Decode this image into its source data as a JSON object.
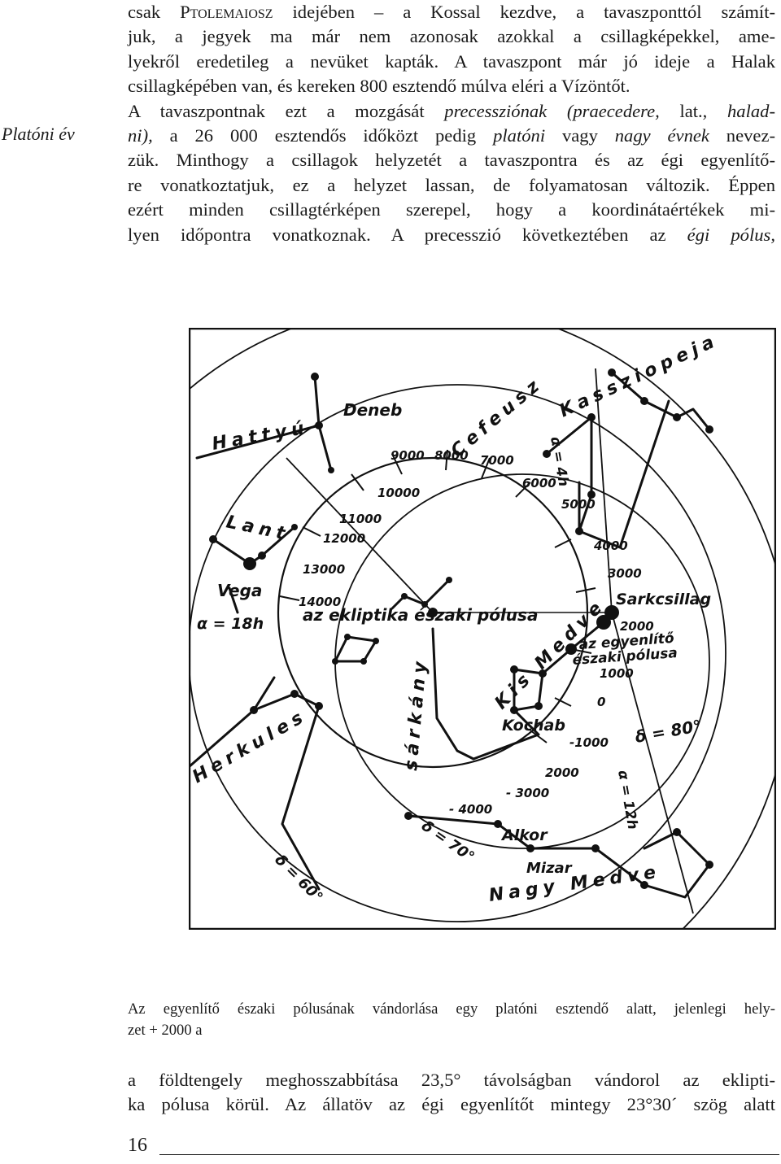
{
  "margin_note": "Platóni év",
  "paragraph1": {
    "l1_a": "csak ",
    "l1_sc": "Ptolemaiosz",
    "l1_b": " idejében – a Kossal kezdve, a tavaszponttól számít-",
    "l2": "juk, a jegyek ma már nem azonosak azokkal a csillagképekkel, ame-",
    "l3": "lyekről eredetileg a nevüket kapták. A tavaszpont már jó ideje a Halak",
    "l4": "csillagképében van, és kereken 800 esztendő múlva eléri a Vízöntőt.",
    "l5_a": "A tavaszpontnak ezt a mozgását ",
    "l5_em": "precessziónak (praecedere,",
    "l5_b": " lat., ",
    "l5_em2": "halad-",
    "l6_em": "ni),",
    "l6_b": " a 26 000 esztendős időközt pedig ",
    "l6_em2": "platóni",
    "l6_c": " vagy ",
    "l6_em3": "nagy évnek",
    "l6_d": " nevez-",
    "l7": "zük. Minthogy a csillagok helyzetét a tavaszpontra és az égi egyenlítő-",
    "l8": "re vonatkoztatjuk, ez a helyzet lassan, de folyamatosan változik. Éppen",
    "l9": "ezért minden csillagtérképen szerepel, hogy a koordinátaértékek mi-",
    "l10_a": "lyen időpontra vonatkoznak. A precesszió következtében az ",
    "l10_em": "égi pólus,"
  },
  "figure": {
    "constellations": {
      "hattyu": "Hattyú",
      "lant": "Lant",
      "cefeusz": "Cefeusz",
      "kassziopeja": "Kassziopeja",
      "sarkany": "sárkány",
      "kis_medve": "Kis Medve",
      "herkules": "Herkules",
      "nagy_medve": "Nagy Medve"
    },
    "stars": {
      "deneb": "Deneb",
      "vega": "Vega",
      "sarkcsillag": "Sarkcsillag",
      "kochab": "Kochab",
      "alkor": "Alkor",
      "mizar": "Mizar"
    },
    "poles": {
      "ecliptic": "az ekliptika északi pólusa",
      "equator_l1": "az egyenlítő",
      "equator_l2": "északi pólusa"
    },
    "coords": {
      "a4": "α = 4h",
      "a18": "α = 18h",
      "a12": "α = 12h",
      "d80": "δ = 80°",
      "d70": "δ = 70°",
      "d60": "δ = 60°"
    },
    "years": {
      "y9000": "9000",
      "y8000": "8000",
      "y7000": "7000",
      "y6000": "6000",
      "y5000": "5000",
      "y4000": "4000",
      "y3000": "3000",
      "y2000": "2000",
      "y1000": "1000",
      "y0": "0",
      "ym1000": "-1000",
      "y2000b": "2000",
      "ym3000": "- 3000",
      "ym4000": "- 4000",
      "y10000": "10000",
      "y11000": "11000",
      "y12000": "12000",
      "y13000": "13000",
      "y14000": "14000"
    }
  },
  "caption": {
    "l1": "Az egyenlítő északi pólusának vándorlása egy platóni esztendő alatt, jelenlegi hely-",
    "l2": "zet + 2000 a"
  },
  "paragraph2": {
    "l1": "a földtengely meghosszabbítása 23,5° távolságban vándorol az eklipti-",
    "l2": "ka pólusa körül. Az állatöv az égi egyenlítőt mintegy 23°30´ szög alatt"
  },
  "page_number": "16"
}
